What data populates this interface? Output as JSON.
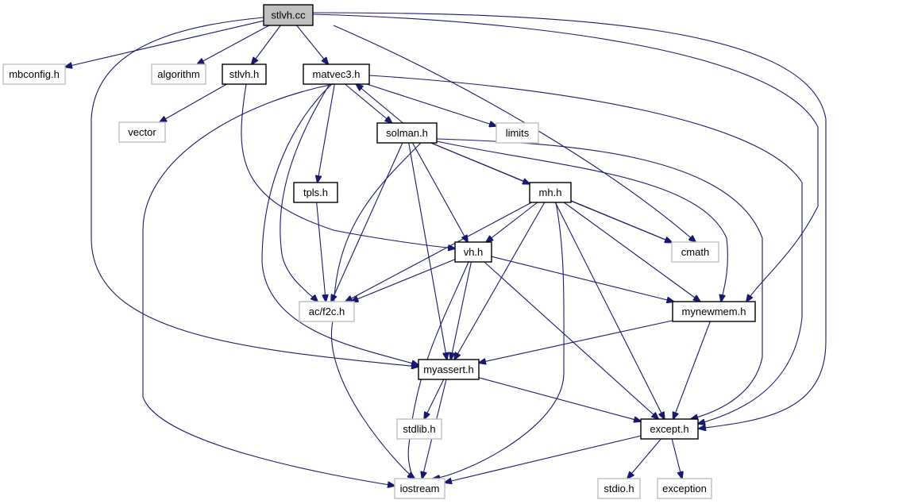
{
  "graph": {
    "title": "stlvh.cc",
    "colors": {
      "edge": "#191970",
      "local_border": "#000000",
      "system_border": "#bfbfbf",
      "root_fill": "#bfbfbf"
    },
    "nodes": [
      {
        "id": "stlvh_cc",
        "label": "stlvh.cc",
        "kind": "root"
      },
      {
        "id": "mbconfig_h",
        "label": "mbconfig.h",
        "kind": "system"
      },
      {
        "id": "algorithm",
        "label": "algorithm",
        "kind": "system"
      },
      {
        "id": "stlvh_h",
        "label": "stlvh.h",
        "kind": "local"
      },
      {
        "id": "matvec3_h",
        "label": "matvec3.h",
        "kind": "local"
      },
      {
        "id": "vector",
        "label": "vector",
        "kind": "system"
      },
      {
        "id": "solman_h",
        "label": "solman.h",
        "kind": "local"
      },
      {
        "id": "limits",
        "label": "limits",
        "kind": "system"
      },
      {
        "id": "tpls_h",
        "label": "tpls.h",
        "kind": "local"
      },
      {
        "id": "mh_h",
        "label": "mh.h",
        "kind": "local"
      },
      {
        "id": "vh_h",
        "label": "vh.h",
        "kind": "local"
      },
      {
        "id": "cmath",
        "label": "cmath",
        "kind": "system"
      },
      {
        "id": "ac_f2c_h",
        "label": "ac/f2c.h",
        "kind": "system"
      },
      {
        "id": "mynewmem_h",
        "label": "mynewmem.h",
        "kind": "local"
      },
      {
        "id": "myassert_h",
        "label": "myassert.h",
        "kind": "local"
      },
      {
        "id": "stdlib_h",
        "label": "stdlib.h",
        "kind": "system"
      },
      {
        "id": "except_h",
        "label": "except.h",
        "kind": "local"
      },
      {
        "id": "iostream",
        "label": "iostream",
        "kind": "system"
      },
      {
        "id": "stdio_h",
        "label": "stdio.h",
        "kind": "system"
      },
      {
        "id": "exception",
        "label": "exception",
        "kind": "system"
      }
    ],
    "edges": [
      [
        "stlvh_cc",
        "mbconfig_h"
      ],
      [
        "stlvh_cc",
        "algorithm"
      ],
      [
        "stlvh_cc",
        "stlvh_h"
      ],
      [
        "stlvh_cc",
        "matvec3_h"
      ],
      [
        "stlvh_cc",
        "cmath"
      ],
      [
        "stlvh_cc",
        "mynewmem_h"
      ],
      [
        "stlvh_cc",
        "except_h"
      ],
      [
        "stlvh_cc",
        "myassert_h"
      ],
      [
        "stlvh_h",
        "vector"
      ],
      [
        "stlvh_h",
        "vh_h"
      ],
      [
        "matvec3_h",
        "solman_h"
      ],
      [
        "matvec3_h",
        "limits"
      ],
      [
        "matvec3_h",
        "tpls_h"
      ],
      [
        "matvec3_h",
        "ac_f2c_h"
      ],
      [
        "matvec3_h",
        "myassert_h"
      ],
      [
        "matvec3_h",
        "iostream"
      ],
      [
        "matvec3_h",
        "except_h"
      ],
      [
        "solman_h",
        "matvec3_h"
      ],
      [
        "solman_h",
        "mh_h"
      ],
      [
        "solman_h",
        "vh_h"
      ],
      [
        "solman_h",
        "cmath"
      ],
      [
        "solman_h",
        "mynewmem_h"
      ],
      [
        "solman_h",
        "ac_f2c_h"
      ],
      [
        "solman_h",
        "myassert_h"
      ],
      [
        "solman_h",
        "iostream"
      ],
      [
        "solman_h",
        "except_h"
      ],
      [
        "tpls_h",
        "ac_f2c_h"
      ],
      [
        "mh_h",
        "vh_h"
      ],
      [
        "mh_h",
        "cmath"
      ],
      [
        "mh_h",
        "mynewmem_h"
      ],
      [
        "mh_h",
        "ac_f2c_h"
      ],
      [
        "mh_h",
        "myassert_h"
      ],
      [
        "mh_h",
        "except_h"
      ],
      [
        "mh_h",
        "iostream"
      ],
      [
        "vh_h",
        "ac_f2c_h"
      ],
      [
        "vh_h",
        "mynewmem_h"
      ],
      [
        "vh_h",
        "myassert_h"
      ],
      [
        "vh_h",
        "except_h"
      ],
      [
        "vh_h",
        "iostream"
      ],
      [
        "mynewmem_h",
        "myassert_h"
      ],
      [
        "mynewmem_h",
        "except_h"
      ],
      [
        "myassert_h",
        "stdlib_h"
      ],
      [
        "myassert_h",
        "iostream"
      ],
      [
        "myassert_h",
        "except_h"
      ],
      [
        "except_h",
        "stdio_h"
      ],
      [
        "except_h",
        "exception"
      ],
      [
        "except_h",
        "iostream"
      ]
    ]
  }
}
